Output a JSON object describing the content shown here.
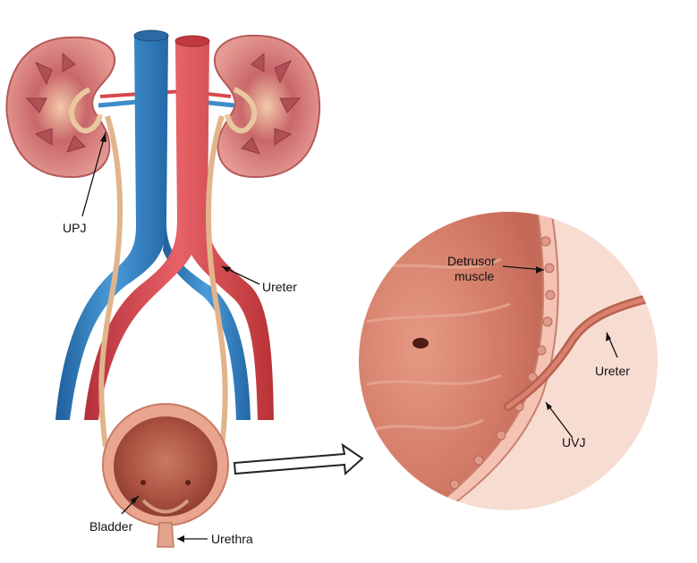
{
  "labels": {
    "upj": "UPJ",
    "ureter_left": "Ureter",
    "bladder": "Bladder",
    "urethra": "Urethra",
    "detrusor_line1": "Detrusor",
    "detrusor_line2": "muscle",
    "ureter_inset": "Ureter",
    "uvj": "UVJ"
  },
  "colors": {
    "vein": "#2f7fc0",
    "artery": "#d9474a",
    "ureter": "#e2b48c",
    "kidney_cortex": "#d88a86",
    "kidney_medulla": "#b8575a",
    "bladder_wall": "#e9a58e",
    "bladder_lumen": "#b9624e",
    "inset_bg": "#f7d6cc",
    "inset_tissue": "#d97c6a"
  }
}
